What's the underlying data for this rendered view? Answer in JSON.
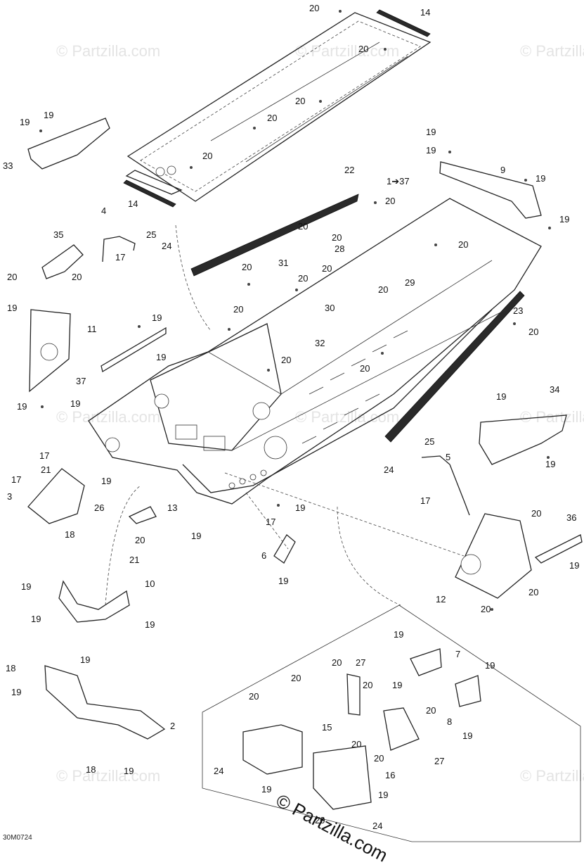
{
  "diagram": {
    "drawing_code": "30M0724",
    "copyright": "© Partzilla.com",
    "watermark": "© Partzilla.com",
    "callouts": [
      "1➔37",
      "2",
      "3",
      "4",
      "5",
      "6",
      "7",
      "8",
      "9",
      "10",
      "11",
      "12",
      "13",
      "14",
      "15",
      "16",
      "17",
      "18",
      "19",
      "20",
      "21",
      "22",
      "23",
      "24",
      "25",
      "26",
      "27",
      "28",
      "29",
      "30",
      "31",
      "32",
      "33",
      "34",
      "35",
      "36",
      "37"
    ]
  }
}
